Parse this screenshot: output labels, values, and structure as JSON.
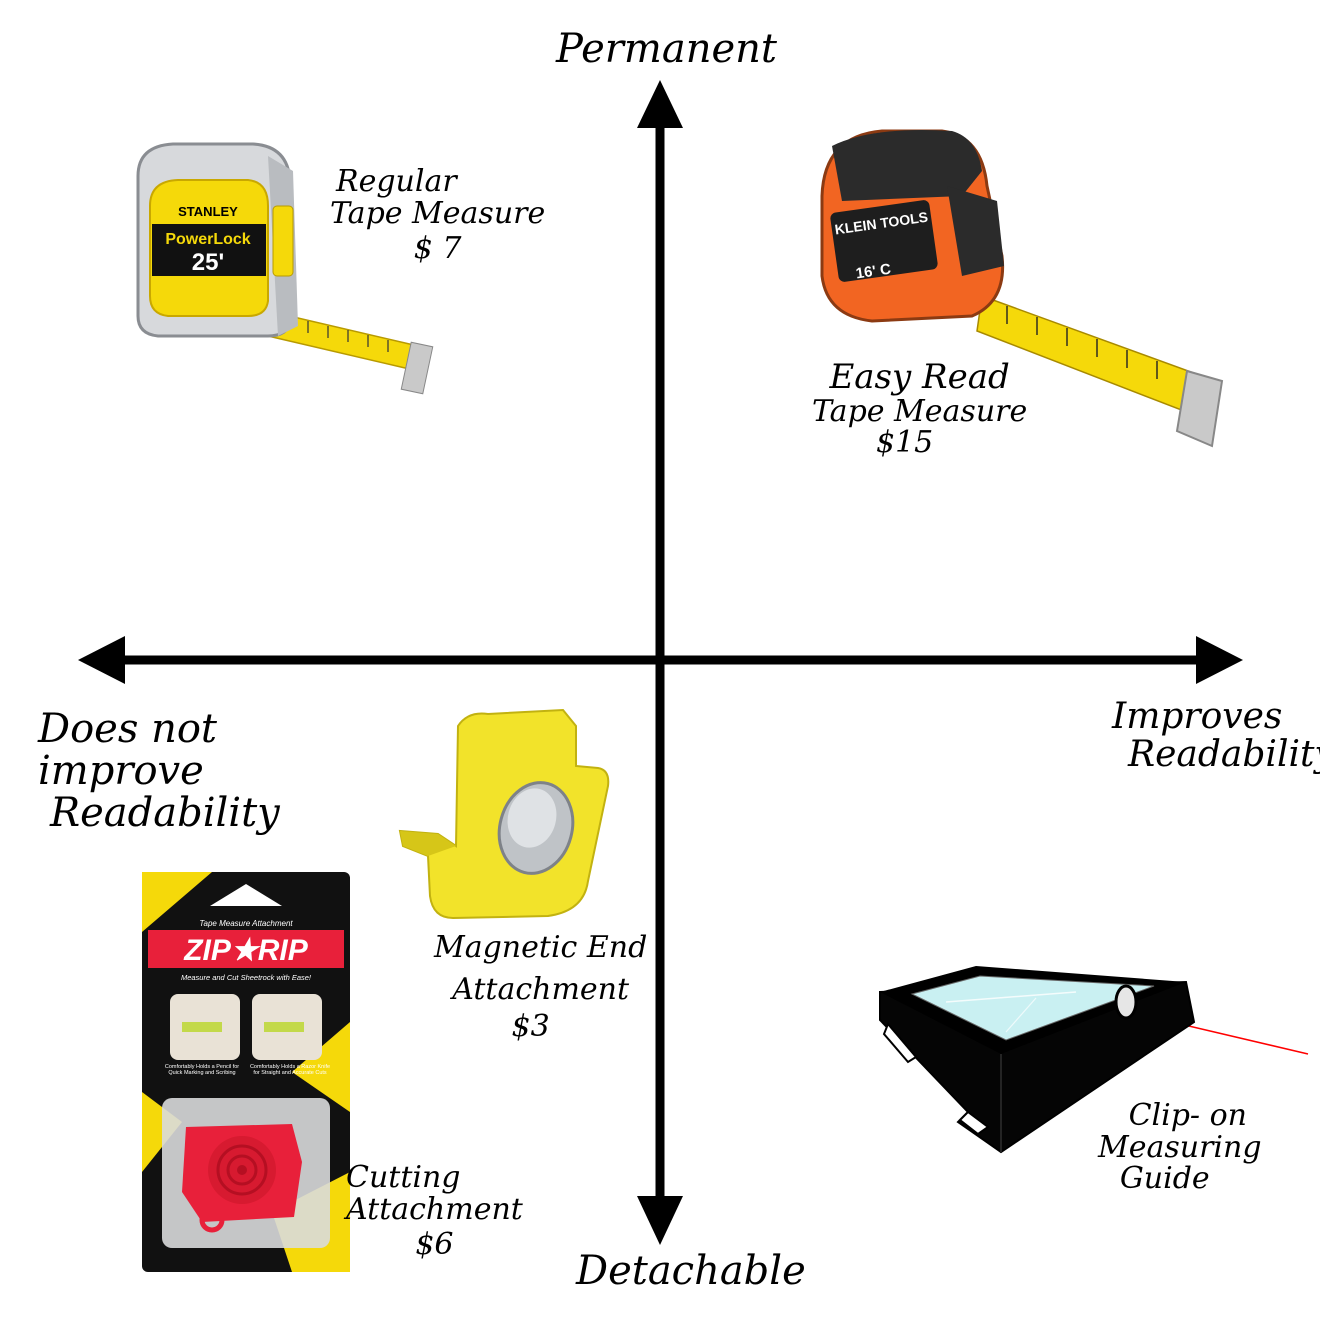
{
  "axes": {
    "top": "Permanent",
    "bottom": "Detachable",
    "left": [
      "Does not",
      "improve",
      "Readability"
    ],
    "right": [
      "Improves",
      "Readability"
    ]
  },
  "items": {
    "regular": {
      "label": [
        "Regular",
        "Tape Measure",
        "$ 7"
      ],
      "icon": "stanley-tape-measure-icon",
      "brand": "STANLEY",
      "model": "PowerLock",
      "size": "25'"
    },
    "easy_read": {
      "label": [
        "Easy Read",
        "Tape Measure",
        "$15"
      ],
      "icon": "klein-tape-measure-icon",
      "brand": "KLEIN TOOLS",
      "size": "16' C"
    },
    "magnetic": {
      "label": [
        "Magnetic End",
        "Attachment",
        "$3"
      ],
      "icon": "magnet-attachment-icon"
    },
    "cutting": {
      "label": [
        "Cutting",
        "Attachment",
        "$6"
      ],
      "icon": "zip-rip-package-icon",
      "pkg_top": "Tape Measure Attachment",
      "pkg_brand": "ZIP★RIP",
      "pkg_sub": "Measure and Cut Sheetrock with Ease!",
      "pkg_cap1": "Comfortably Holds a Pencil for Quick Marking and Scribing",
      "pkg_cap2": "Comfortably Holds a Razor Knife for Straight and Accurate Cuts"
    },
    "clip_on": {
      "label": [
        "Clip- on",
        "Measuring",
        "Guide"
      ],
      "icon": "clip-on-guide-icon"
    }
  },
  "colors": {
    "axis": "#000000",
    "tape_yellow": "#f5d90a",
    "klein_orange": "#f26522",
    "magnet_yellow": "#f2e32a",
    "zip_red": "#e8203a",
    "laser": "#ff0000"
  }
}
